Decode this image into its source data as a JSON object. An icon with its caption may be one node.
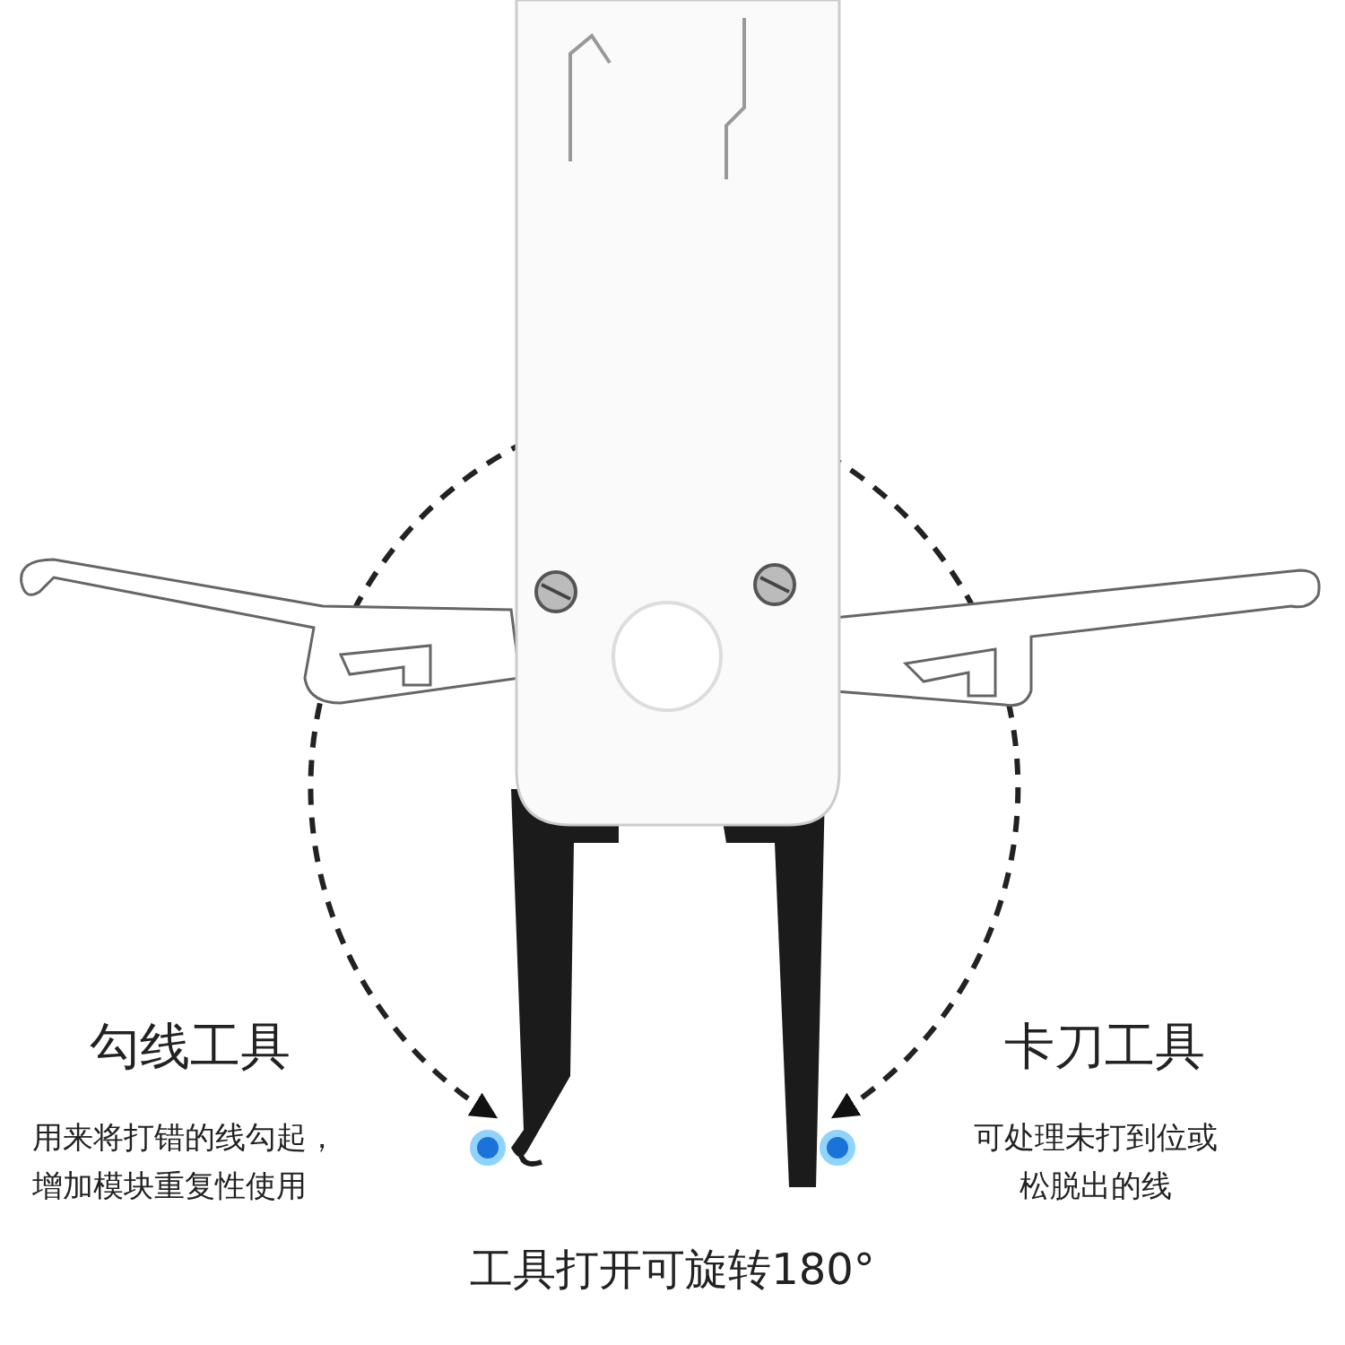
{
  "diagram": {
    "caption": "工具打开可旋转180°",
    "labels": [
      "勾线工具",
      "用来将打错的线勾起，增加模块重复性使用",
      "卡刀工具",
      "可处理未打到位或松脱出的线"
    ]
  }
}
